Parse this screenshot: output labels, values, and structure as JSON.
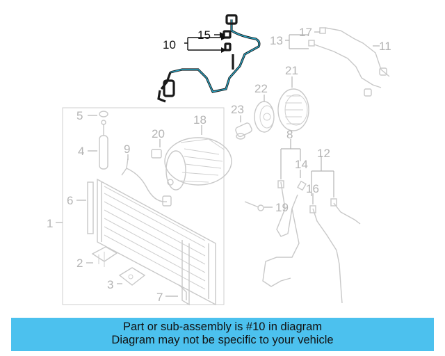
{
  "labels": {
    "l1": "1",
    "l2": "2",
    "l3": "3",
    "l4": "4",
    "l5": "5",
    "l6": "6",
    "l7": "7",
    "l8": "8",
    "l9": "9",
    "l10": "10",
    "l11": "11",
    "l12": "12",
    "l13": "13",
    "l14": "14",
    "l15": "15",
    "l16": "16",
    "l17": "17",
    "l18": "18",
    "l19": "19",
    "l20": "20",
    "l21": "21",
    "l22": "22",
    "l23": "23"
  },
  "caption": {
    "line1": "Part or sub-assembly is #10 in diagram",
    "line2": "Diagram may not be specific to your vehicle"
  },
  "colors": {
    "caption_bg": "#4cc1ee",
    "highlight": "#1a1a1a",
    "highlight_inner": "#2aa9c9",
    "faded": "#c8c8c8"
  }
}
